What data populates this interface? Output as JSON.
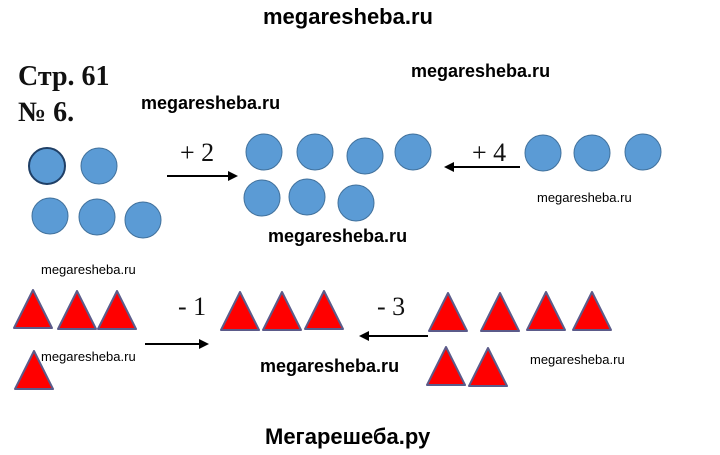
{
  "watermarks": {
    "top": "megaresheba.ru",
    "w1": "megaresheba.ru",
    "w2": "megaresheba.ru",
    "w3": "megaresheba.ru",
    "w4": "megaresheba.ru",
    "w5": "megaresheba.ru",
    "w6": "megaresheba.ru",
    "w7": "megaresheba.ru",
    "w8": "megaresheba.ru"
  },
  "heading": {
    "page": "Стр. 61",
    "number": "№ 6."
  },
  "operations": {
    "circles_left": "+ 2",
    "circles_right": "+ 4",
    "triangles_left": "- 1",
    "triangles_right": "- 3"
  },
  "colors": {
    "circle_fill": "#5b9bd5",
    "circle_stroke": "#41719c",
    "triangle_fill": "#ff0000",
    "triangle_stroke": "#5b5b8a"
  },
  "footer": "Мегарешеба.ру"
}
